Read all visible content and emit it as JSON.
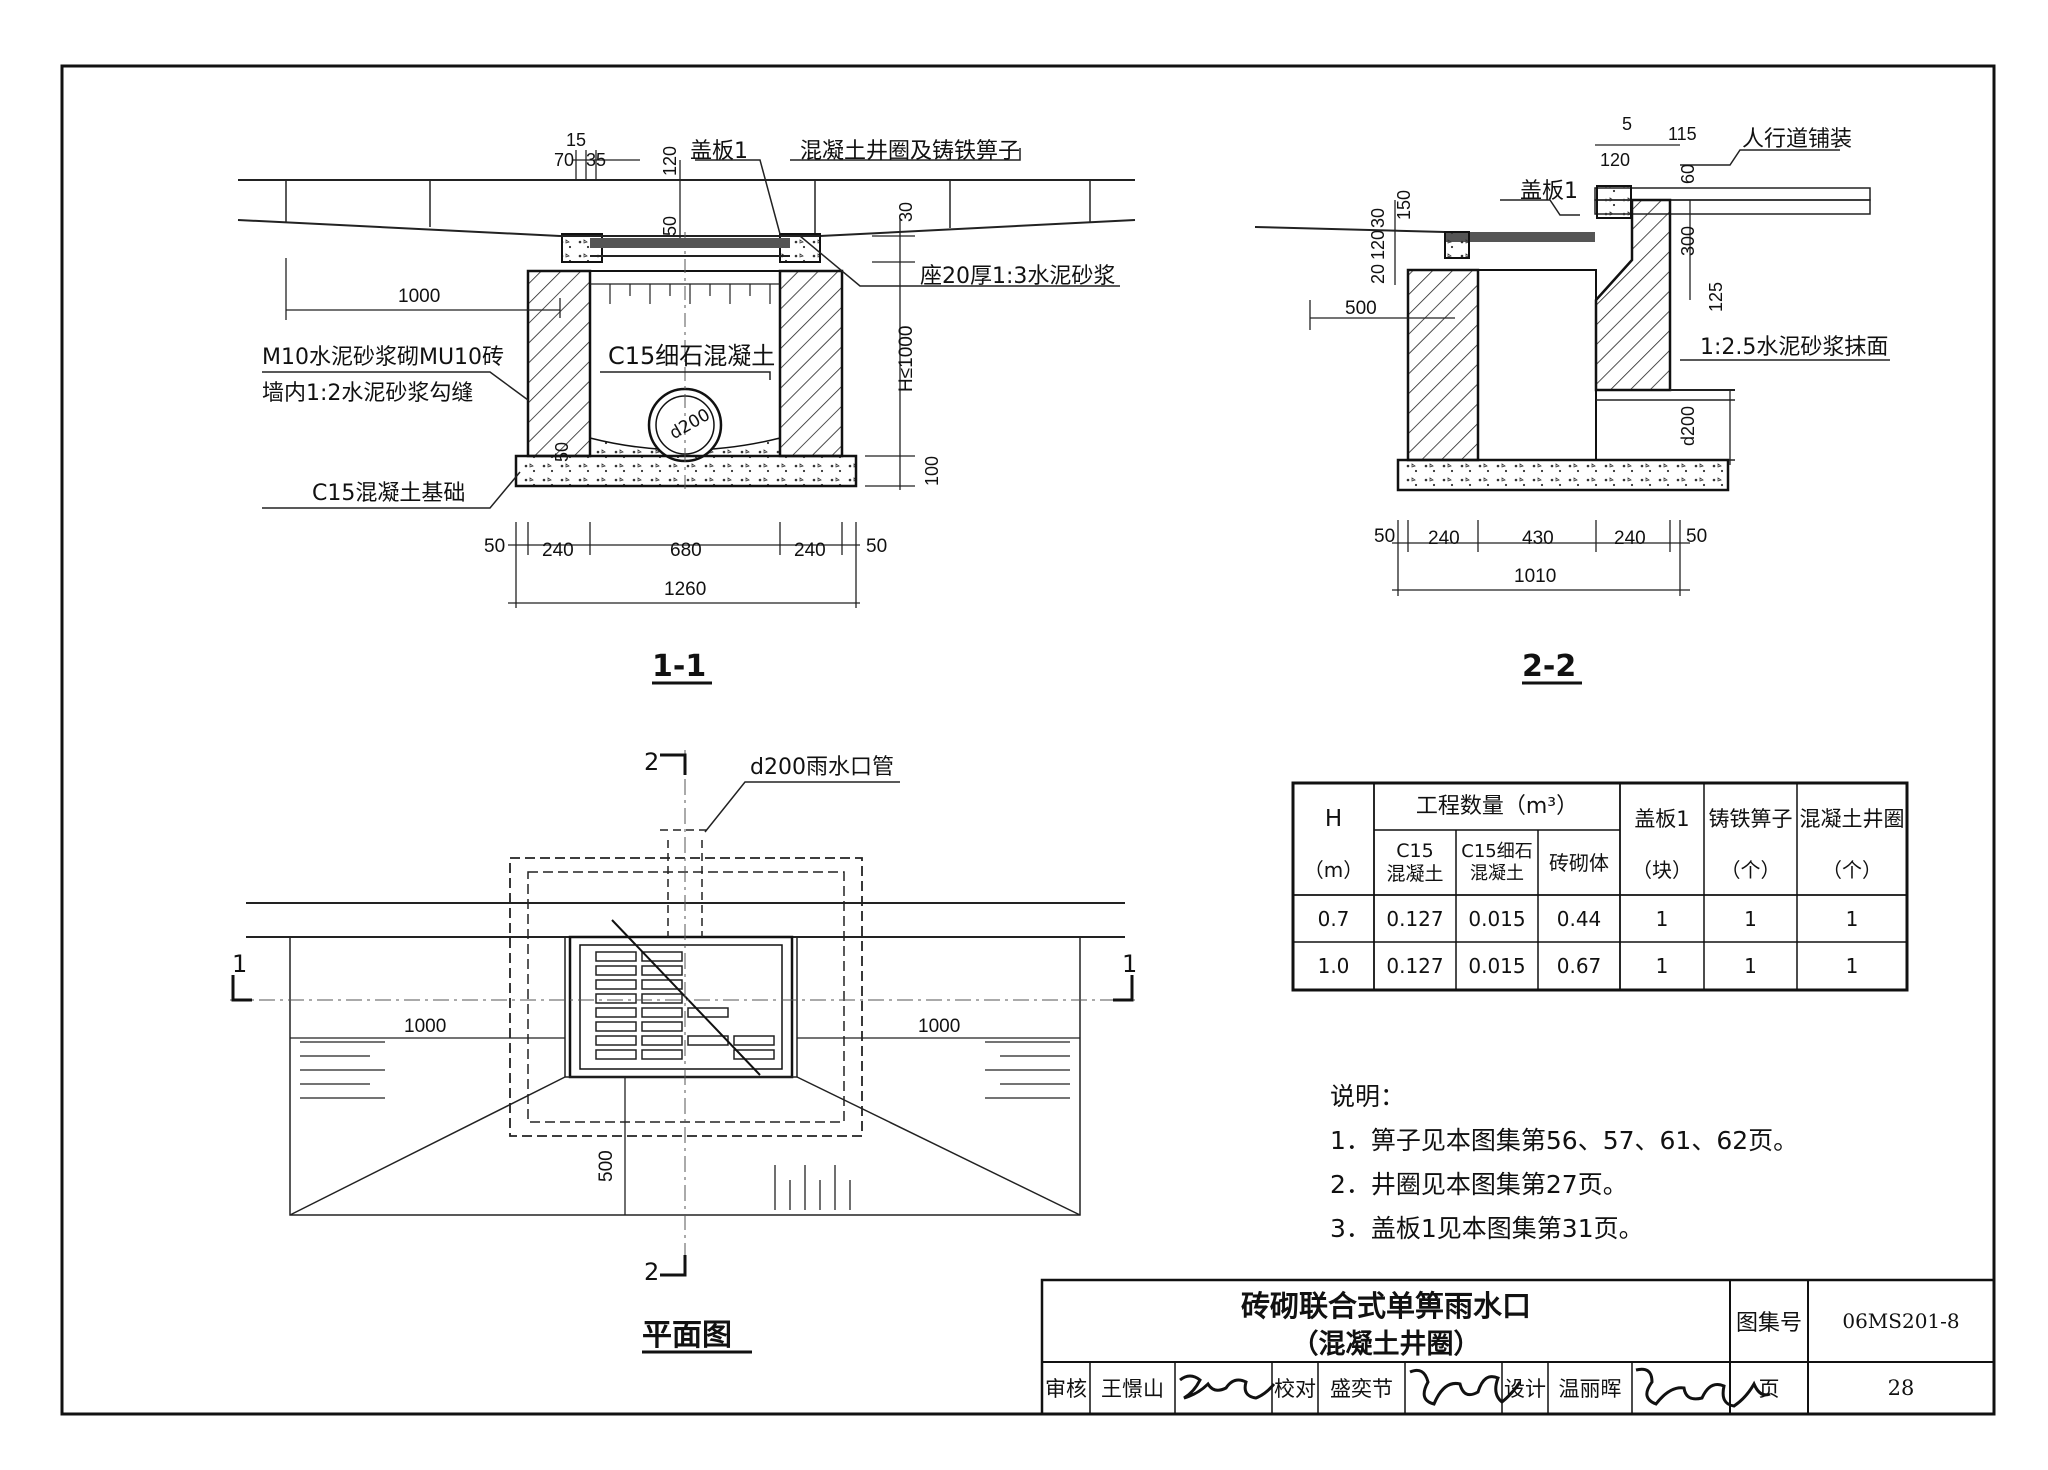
{
  "section_1_1": {
    "title": "1-1",
    "labels": {
      "cover": "盖板1",
      "ring_grate": "混凝土井圈及铸铁箅子",
      "mortar_seat": "座20厚1:3水泥砂浆",
      "wall": "M10水泥砂浆砌MU10砖",
      "wall_joint": "墙内1:2水泥砂浆勾缝",
      "fine_concrete": "C15细石混凝土",
      "pipe": "d200",
      "base": "C15混凝土基础"
    },
    "dims": {
      "d15": "15",
      "d70": "70",
      "d35": "35",
      "d120": "120",
      "d50a": "50",
      "d30": "30",
      "d1000": "1000",
      "h": "H≤1000",
      "d100": "100",
      "d50b": "50",
      "b50l": "50",
      "b240l": "240",
      "b680": "680",
      "b240r": "240",
      "b50r": "50",
      "total": "1260"
    }
  },
  "section_2_2": {
    "title": "2-2",
    "labels": {
      "paving": "人行道铺装",
      "cover": "盖板1",
      "plaster": "1:2.5水泥砂浆抹面"
    },
    "dims": {
      "d5": "5",
      "d115": "115",
      "d120t": "120",
      "d60": "60",
      "d30": "30",
      "d150": "150",
      "d20": "20",
      "d120": "120",
      "d300": "300",
      "d125": "125",
      "d500": "500",
      "d200": "d200",
      "b50l": "50",
      "b240l": "240",
      "b430": "430",
      "b240r": "240",
      "b50r": "50",
      "total": "1010"
    }
  },
  "plan": {
    "title": "平面图",
    "pipe_label": "d200雨水口管",
    "section_mark_2": "2",
    "section_mark_1": "1",
    "dim_left": "1000",
    "dim_right": "1000",
    "dim_500": "500"
  },
  "quantity_table": {
    "h_label": "H",
    "h_unit": "（m）",
    "quantity_header": "工程数量（m³）",
    "c15": "C15\n混凝土",
    "c15_fine": "C15细石\n混凝土",
    "brick": "砖砌体",
    "cover": "盖板1",
    "cover_unit": "（块）",
    "grate": "铸铁箅子",
    "grate_unit": "（个）",
    "ring": "混凝土井圈",
    "ring_unit": "（个）",
    "rows": [
      [
        "0.7",
        "0.127",
        "0.015",
        "0.44",
        "1",
        "1",
        "1"
      ],
      [
        "1.0",
        "0.127",
        "0.015",
        "0.67",
        "1",
        "1",
        "1"
      ]
    ]
  },
  "notes": {
    "heading": "说明：",
    "items": [
      "1．箅子见本图集第56、57、61、62页。",
      "2．井圈见本图集第27页。",
      "3．盖板1见本图集第31页。"
    ]
  },
  "title_block": {
    "title_line1": "砖砌联合式单箅雨水口",
    "title_line2": "（混凝土井圈）",
    "atlas_label": "图集号",
    "atlas_no": "06MS201-8",
    "review_label": "审核",
    "reviewer": "王憬山",
    "check_label": "校对",
    "checker": "盛奕节",
    "design_label": "设计",
    "designer": "温丽晖",
    "page_label": "页",
    "page_no": "28"
  }
}
